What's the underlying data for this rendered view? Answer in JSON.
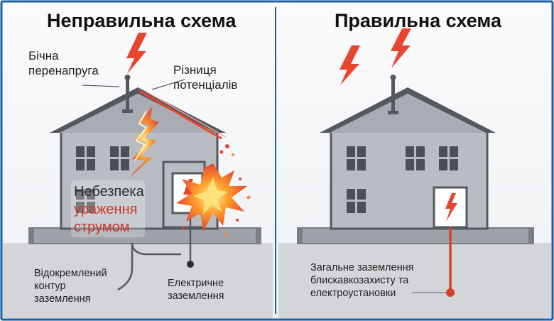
{
  "left_panel": {
    "title": "Неправильна схема",
    "side_surge_label": "Бічна\nперенапруга",
    "potential_difference_label": "Різниця\nпотенціалів",
    "danger_line1": "Небезпека",
    "danger_line2": "ураження",
    "danger_line3": "струмом",
    "separate_ground_label": "Відокремлений\nконтур\nзаземлення",
    "electrical_ground_label": "Електричне\nзаземлення"
  },
  "right_panel": {
    "title": "Правильна схема",
    "common_ground_label": "Загальне заземлення\nблискавкозахисту та\nелектроустановки"
  },
  "colors": {
    "border": "#1b5fa6",
    "house": "#b9bcc3",
    "roof": "#55585e",
    "ground": "#d4d5d8",
    "lightning": "#e8452e",
    "danger_red": "#c9382a",
    "wire_red": "#d9402b"
  }
}
